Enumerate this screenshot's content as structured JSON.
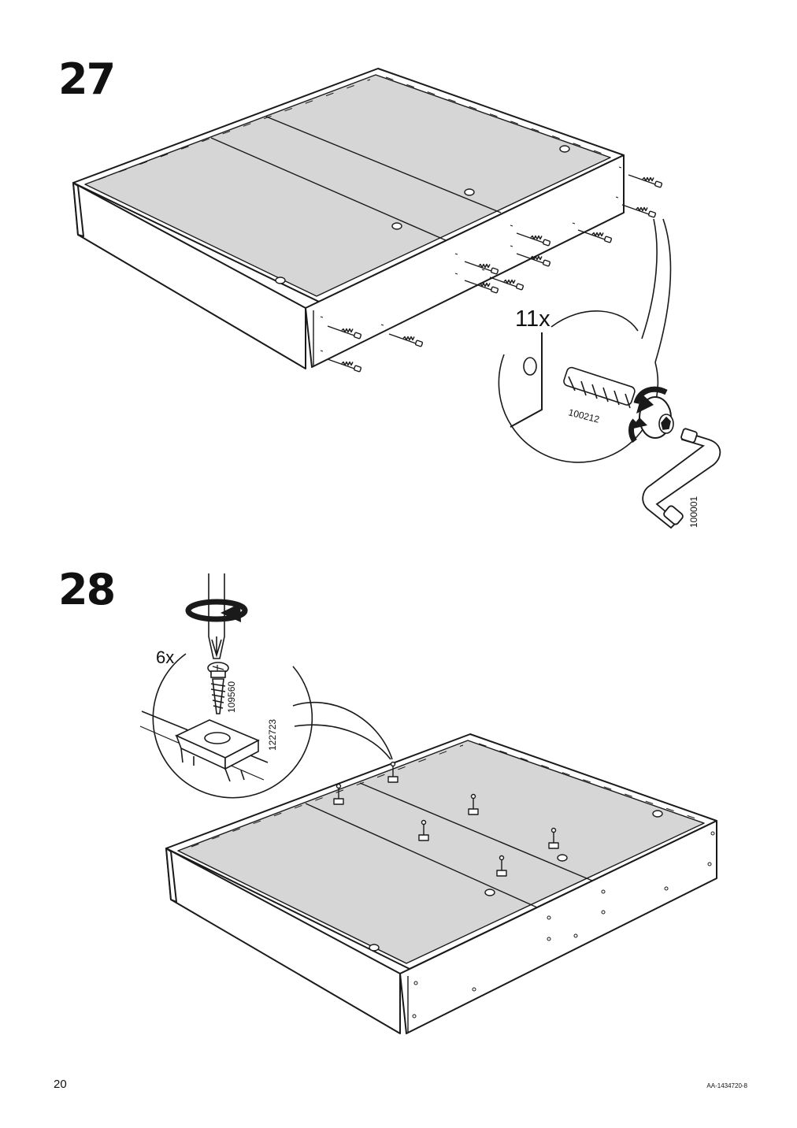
{
  "page": {
    "page_number": "20",
    "document_code": "AA-1434720-8"
  },
  "step27": {
    "number": "27",
    "quantity": "11x",
    "part_bolt": "100212",
    "part_key": "100001"
  },
  "step28": {
    "number": "28",
    "quantity": "6x",
    "part_screw": "109560",
    "part_bracket": "122723"
  },
  "colors": {
    "panel_fill": "#d6d6d6",
    "line": "#1a1a1a",
    "paper": "#ffffff"
  }
}
